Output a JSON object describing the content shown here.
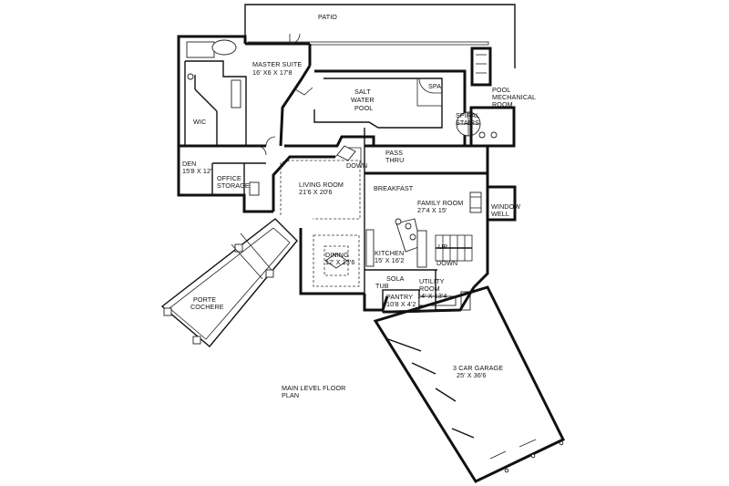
{
  "labels": {
    "patio": "PATIO",
    "master_suite": "MASTER SUITE",
    "master_suite_dim": "16' X6 X 17'8",
    "spa": "SPA",
    "salt_water_pool_1": "SALT",
    "salt_water_pool_2": "WATER",
    "salt_water_pool_3": "POOL",
    "pool_mech_1": "POOL",
    "pool_mech_2": "MECHANICAL",
    "pool_mech_3": "ROOM",
    "spiral_stairs_1": "SPIRAL",
    "spiral_stairs_2": "STAIRS",
    "wic": "WIC",
    "den": "DEN",
    "den_dim": "15'8 X 12'",
    "office_storage_1": "OFFICE",
    "office_storage_2": "STORAGE",
    "pass_thru_1": "PASS",
    "pass_thru_2": "THRU",
    "down_pool": "DOWN",
    "living_room": "LIVING ROOM",
    "living_room_dim": "21'6 X 20'6",
    "breakfast": "BREAKFAST",
    "family_room": "FAMILY ROOM",
    "family_room_dim": "27'4 X 15'",
    "window_well_1": "WINDOW",
    "window_well_2": "WELL",
    "dining": "DINING",
    "dining_dim": "12' X 13'6",
    "kitchen": "KITCHEN",
    "kitchen_dim": "15' X 16'2",
    "up": "UP",
    "down_stair": "DOWN",
    "sola_tub_1": "SOLA",
    "sola_tub_2": "TUB",
    "utility_room_1": "UTILITY",
    "utility_room_2": "ROOM",
    "utility_room_dim": "14' X 13'4",
    "pantry": "PANTRY",
    "pantry_dim": "10'8 X 4'2",
    "porte_cochere_1": "PORTE",
    "porte_cochere_2": "COCHERE",
    "garage": "3 CAR GARAGE",
    "garage_dim": "25' X 36'6",
    "plan_title_1": "MAIN LEVEL FLOOR",
    "plan_title_2": "PLAN"
  }
}
